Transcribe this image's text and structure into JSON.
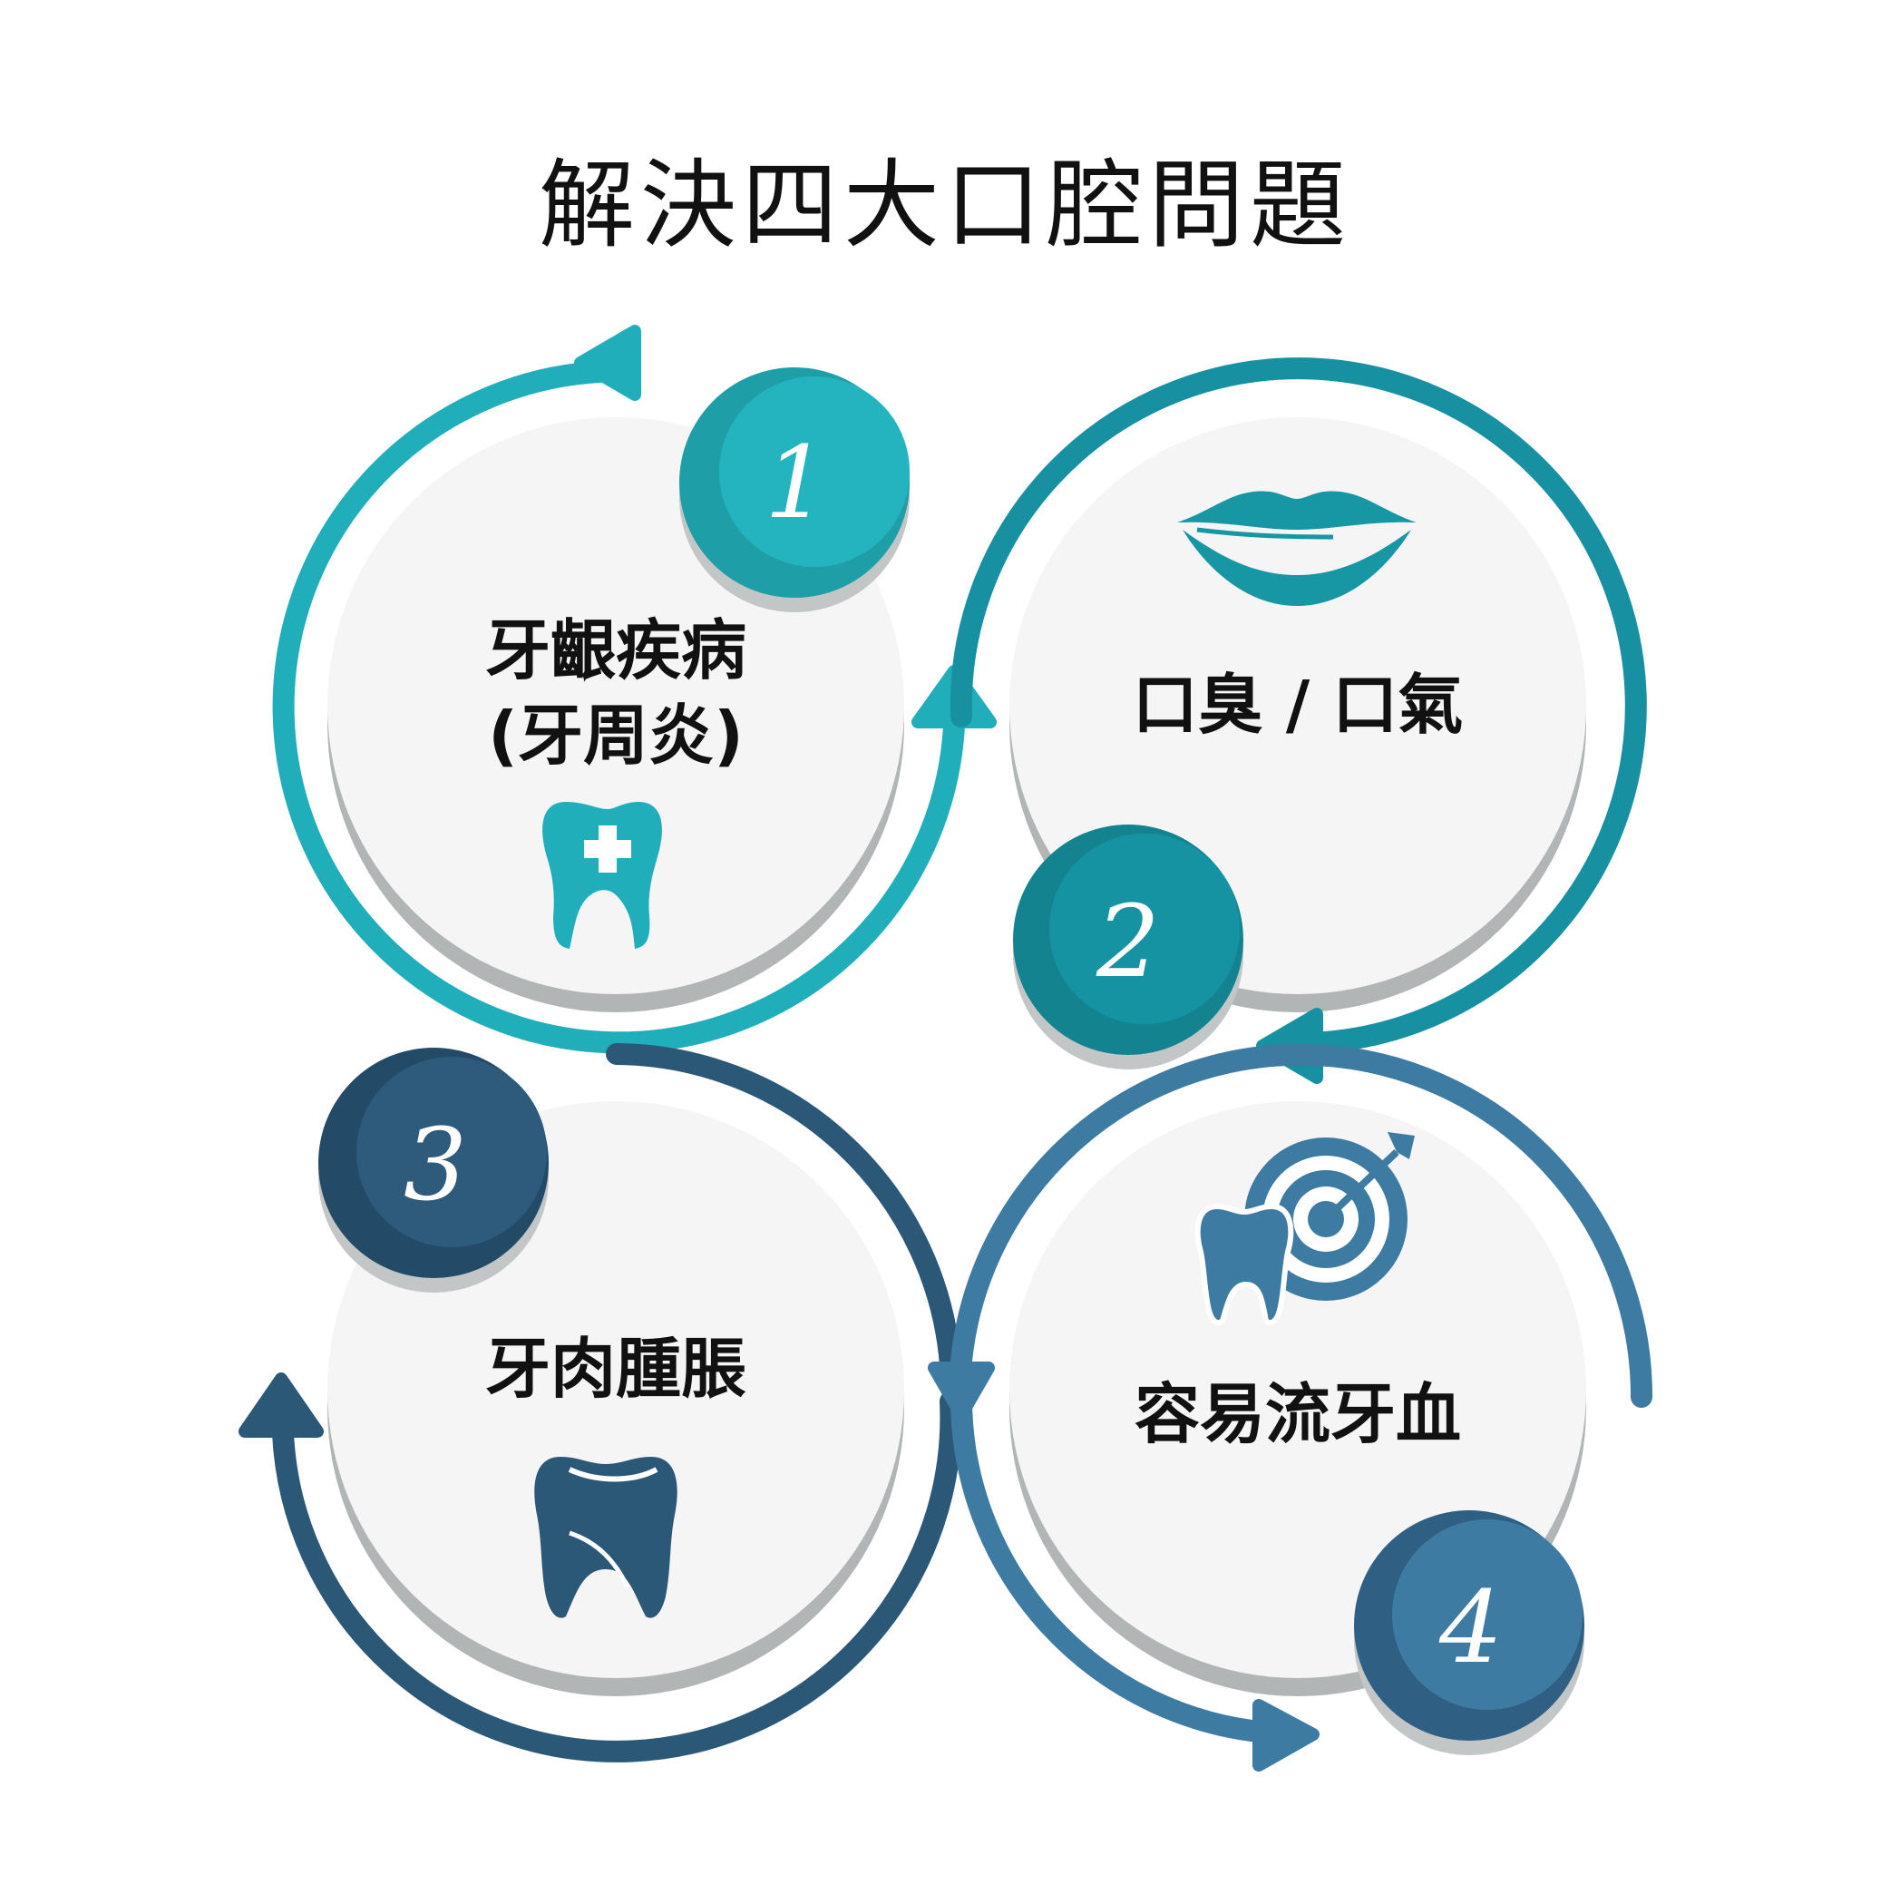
{
  "title": "解決四大口腔問題",
  "items": [
    {
      "number": "1",
      "label": "牙齦疾病\n(牙周炎)",
      "icon": "tooth-plus-icon",
      "color": "#20aebb"
    },
    {
      "number": "2",
      "label": "口臭 / 口氣",
      "icon": "lips-icon",
      "color": "#1791a2"
    },
    {
      "number": "3",
      "label": "牙肉腫脹",
      "icon": "tooth-icon",
      "color": "#2c5878"
    },
    {
      "number": "4",
      "label": "容易流牙血",
      "icon": "tooth-target-icon",
      "color": "#3d7ba2"
    }
  ]
}
